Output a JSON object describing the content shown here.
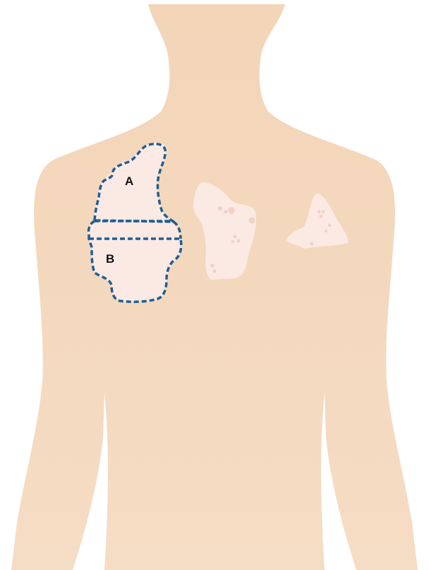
{
  "colors": {
    "skin_top": "#f3d5b8",
    "skin_bottom": "#f5dcc4",
    "lesion_fill": "#fbe9e4",
    "lesion_spot": "#efd2c6",
    "outline": "#1f5f96",
    "label_text": "#111111"
  },
  "regions": [
    {
      "id": "A",
      "label": "A"
    },
    {
      "id": "B",
      "label": "B"
    }
  ]
}
